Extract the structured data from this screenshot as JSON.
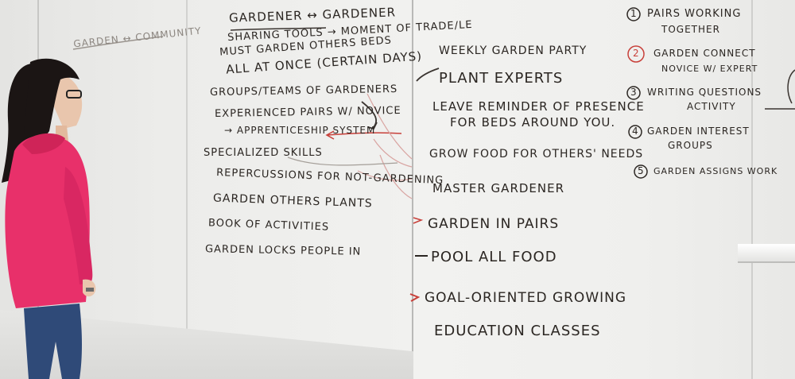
{
  "colors": {
    "marker_dark": "#2b2622",
    "marker_red": "#c8403a",
    "hoodie_pink": "#e8306a",
    "jeans_blue": "#2f4a78",
    "hair": "#1b1514"
  },
  "left_board": {
    "heading_small": "Garden ↔ Community",
    "heading_main": "Gardener ↔ Gardener",
    "items": [
      "Sharing Tools → Moment of Trade/Le",
      "Must Garden Others Beds",
      "All at Once (Certain Days)",
      "Groups/Teams of Gardeners",
      "Experienced Pairs w/ Novice",
      "→ Apprenticeship System",
      "Specialized Skills",
      "Repercussions for not-Gardening",
      "Garden Others Plants",
      "Book of Activities",
      "Garden Locks People In"
    ]
  },
  "middle_board": {
    "items": [
      "Weekly Garden Party",
      "Plant Experts",
      "Leave Reminder of Presence",
      "for Beds Around You.",
      "Grow Food for Others' Needs",
      "Master Gardener",
      "Garden in Pairs",
      "Pool All Food",
      "Goal-Oriented Growing",
      "Education Classes"
    ]
  },
  "right_board": {
    "numbered": [
      {
        "num": "1",
        "line1": "Pairs Working",
        "line2": "Together"
      },
      {
        "num": "2",
        "line1": "Garden Connect",
        "line2": "Novice w/ Expert"
      },
      {
        "num": "3",
        "line1": "Writing Questions",
        "line2": "Activity"
      },
      {
        "num": "4",
        "line1": "Garden Interest",
        "line2": "Groups"
      },
      {
        "num": "5",
        "line1": "Garden Assigns Work",
        "line2": ""
      }
    ]
  }
}
